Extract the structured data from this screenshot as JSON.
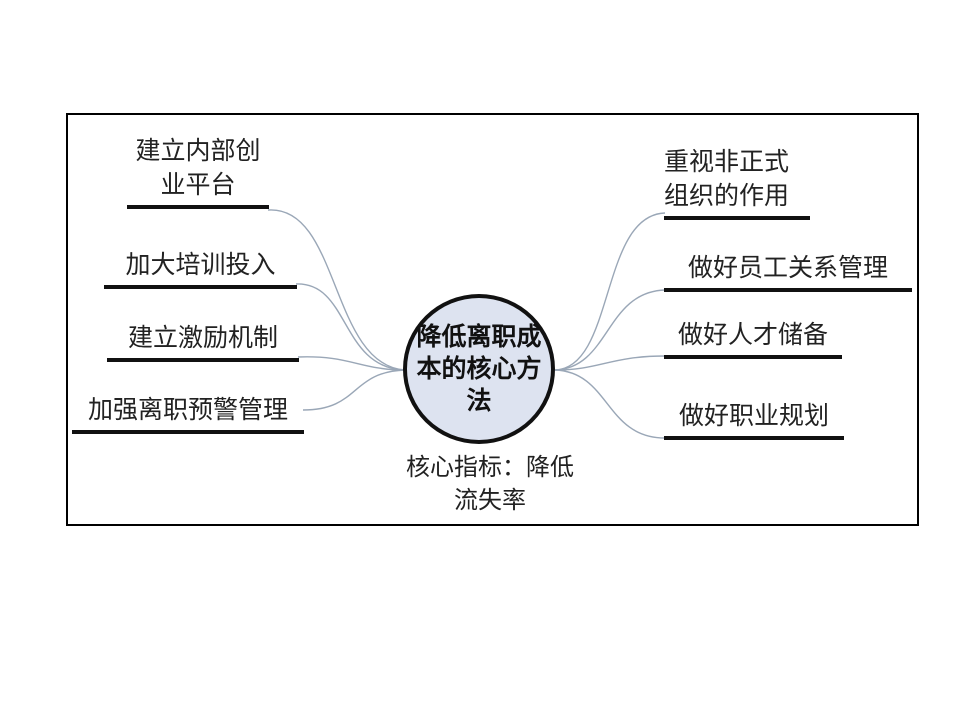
{
  "diagram": {
    "center_label": "降低离职成本的核心方法",
    "indicator": "核心指标：降低\n流失率",
    "left_nodes": [
      {
        "label": "建立内部创\n业平台"
      },
      {
        "label": "加大培训投入"
      },
      {
        "label": "建立激励机制"
      },
      {
        "label": "加强离职预警管理"
      }
    ],
    "right_nodes": [
      {
        "label": "重视非正式\n组织的作用"
      },
      {
        "label": "做好员工关系管理"
      },
      {
        "label": "做好人才储备"
      },
      {
        "label": "做好职业规划"
      }
    ]
  },
  "colors": {
    "line": "#9aa7b7",
    "circle_fill": "#dde3f0",
    "bar": "#111111"
  }
}
